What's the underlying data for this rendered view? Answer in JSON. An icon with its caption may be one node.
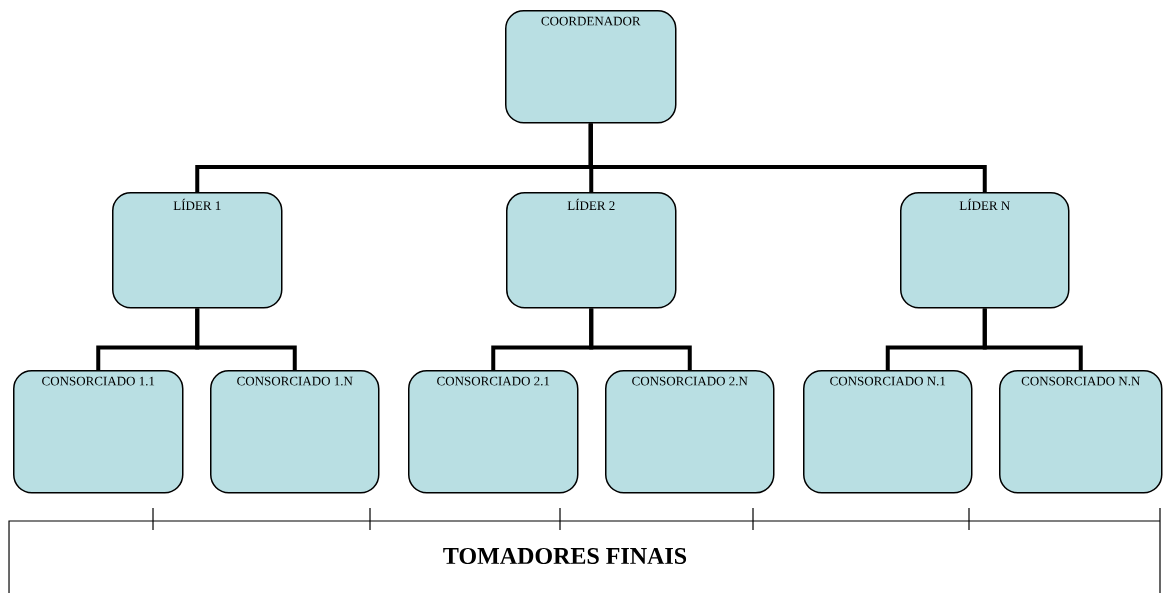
{
  "diagram": {
    "nodes": [
      {
        "text": [
          "COORDENADOR"
        ]
      },
      {
        "text": [
          "LÍDER  1"
        ]
      },
      {
        "text": [
          "LÍDER 2"
        ]
      },
      {
        "text": [
          "LÍDER  N"
        ]
      },
      {
        "text": [
          "CONSORCIADO 1.1"
        ]
      },
      {
        "text": [
          "CONSORCIADO 1.N"
        ]
      },
      {
        "text": [
          "CONSORCIADO 2.1"
        ]
      },
      {
        "text": [
          "CONSORCIADO 2.N"
        ]
      },
      {
        "text": [
          "CONSORCIADO N.1"
        ]
      },
      {
        "text": [
          "CONSORCIADO N.N"
        ]
      }
    ],
    "edges": [
      {
        "from": 0,
        "to": 1,
        "arrow": "none"
      },
      {
        "from": 0,
        "to": 2,
        "arrow": "none"
      },
      {
        "from": 0,
        "to": 3,
        "arrow": "none"
      },
      {
        "from": 1,
        "to": 4,
        "arrow": "none"
      },
      {
        "from": 1,
        "to": 5,
        "arrow": "none"
      },
      {
        "from": 2,
        "to": 6,
        "arrow": "none"
      },
      {
        "from": 2,
        "to": 7,
        "arrow": "none"
      },
      {
        "from": 3,
        "to": 8,
        "arrow": "none"
      },
      {
        "from": 3,
        "to": 9,
        "arrow": "none"
      }
    ],
    "labels": [
      "TOMADORES FINAIS"
    ]
  }
}
